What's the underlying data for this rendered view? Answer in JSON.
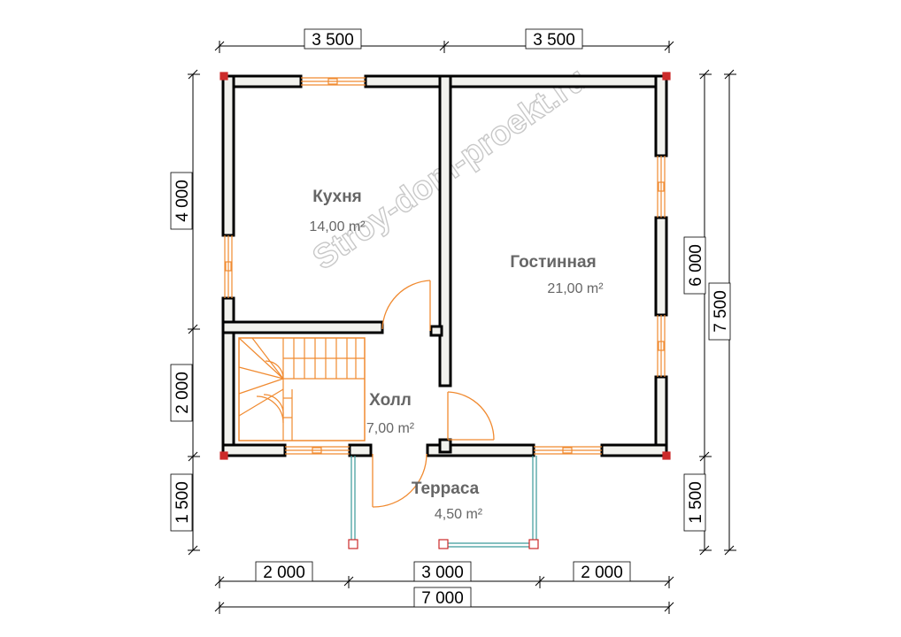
{
  "dimensions": {
    "top": [
      "3 500",
      "3 500"
    ],
    "left": [
      "4 000",
      "2 000",
      "1 500"
    ],
    "right_inner": [
      "6 000",
      "1 500"
    ],
    "right_outer": "7 500",
    "bottom": [
      "2 000",
      "3 000",
      "2 000"
    ],
    "bottom_total": "7 000"
  },
  "rooms": {
    "kitchen": {
      "name": "Кухня",
      "area": "14,00 m²"
    },
    "living": {
      "name": "Гостинная",
      "area": "21,00 m²"
    },
    "hall": {
      "name": "Холл",
      "area": "7,00 m²"
    },
    "terrace": {
      "name": "Терраса",
      "area": "4,50 m²"
    }
  },
  "watermark": "Stroy-dom-proekt.ru",
  "colors": {
    "wall": "#000000",
    "wall_fill": "#f2f2ee",
    "window": "#f08a30",
    "door": "#f08a30",
    "stairs": "#f08a30",
    "railing": "#3a9a9a",
    "post": "#cc2a2a"
  }
}
